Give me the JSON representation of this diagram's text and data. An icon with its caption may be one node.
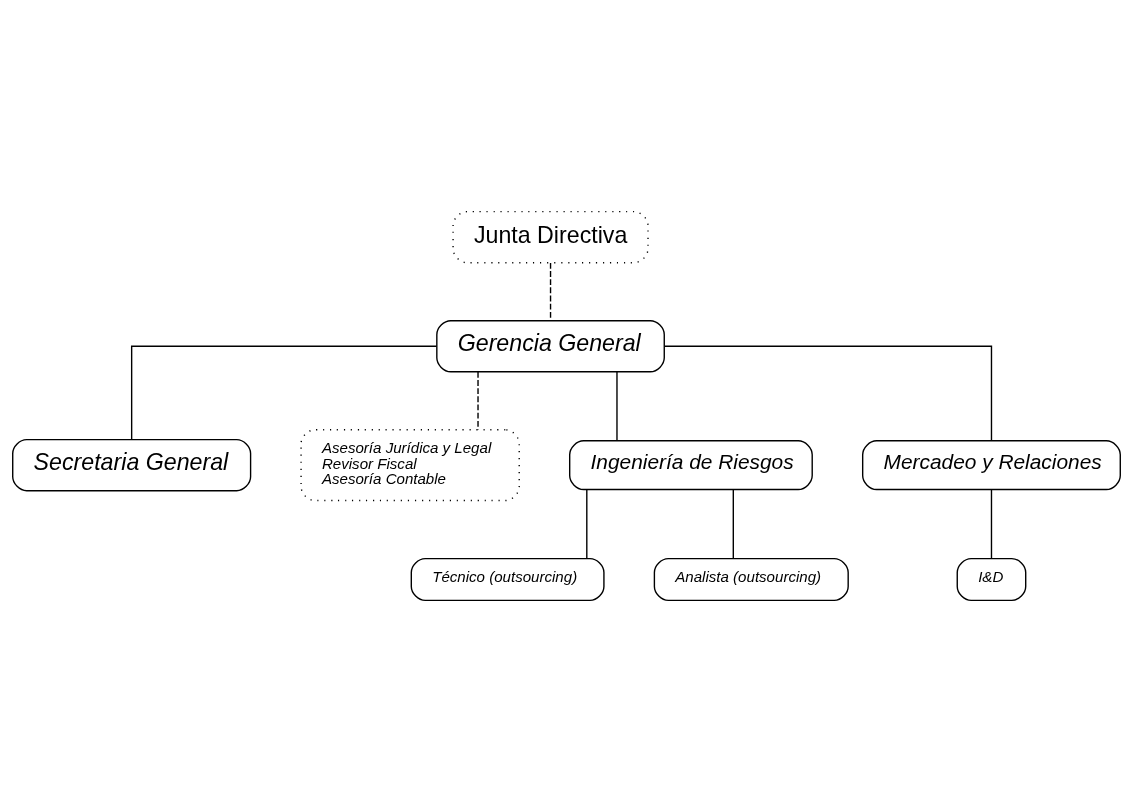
{
  "diagram": {
    "nodes": [
      {
        "text": [
          "Junta Directiva"
        ]
      },
      {
        "text": [
          "Gerencia General"
        ]
      },
      {
        "text": [
          "Secretaria General"
        ]
      },
      {
        "text": [
          "Asesoría Jurídica y Legal",
          "Revisor Fiscal",
          "Asesoría Contable"
        ]
      },
      {
        "text": [
          "Ingeniería de Riesgos"
        ]
      },
      {
        "text": [
          "Mercadeo y Relaciones"
        ]
      },
      {
        "text": [
          "Técnico (outsourcing)"
        ]
      },
      {
        "text": [
          "Analista (outsourcing)"
        ]
      },
      {
        "text": [
          "I&D"
        ]
      }
    ],
    "edges": [
      {
        "from": 0,
        "to": 1,
        "arrow": "none",
        "style": "dashed"
      },
      {
        "from": 1,
        "to": 2,
        "arrow": "none"
      },
      {
        "from": 1,
        "to": 3,
        "arrow": "none",
        "style": "dashed"
      },
      {
        "from": 1,
        "to": 4,
        "arrow": "none"
      },
      {
        "from": 1,
        "to": 5,
        "arrow": "none"
      },
      {
        "from": 4,
        "to": 6,
        "arrow": "none"
      },
      {
        "from": 4,
        "to": 7,
        "arrow": "none"
      },
      {
        "from": 5,
        "to": 8,
        "arrow": "none"
      }
    ]
  }
}
